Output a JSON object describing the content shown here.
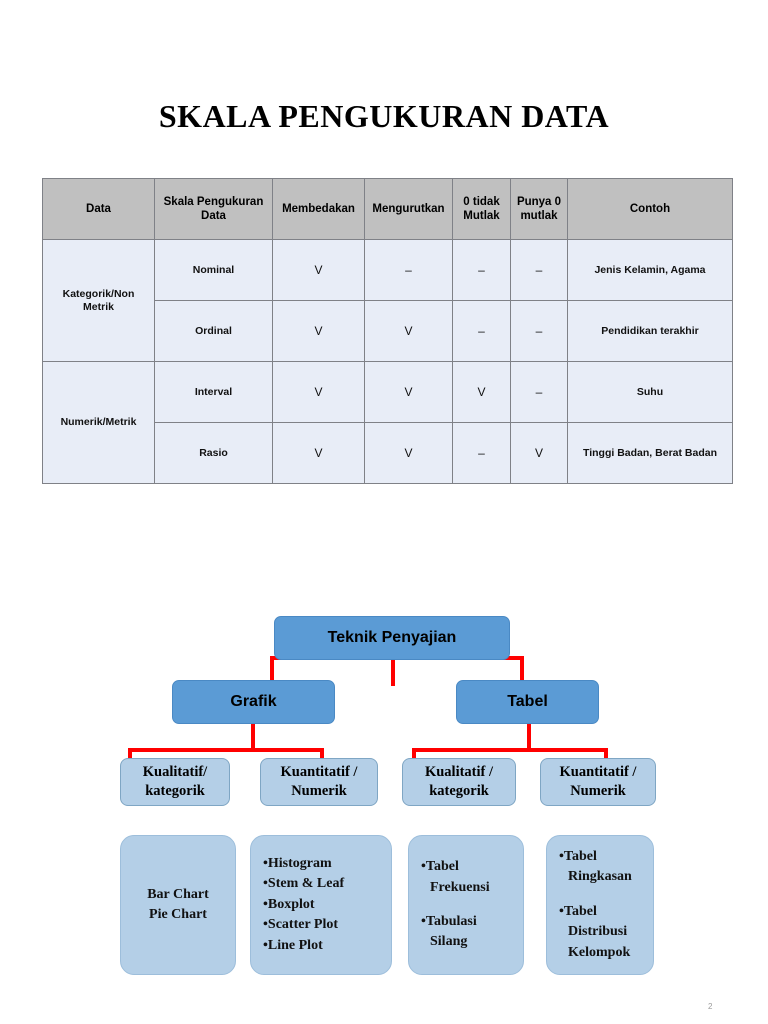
{
  "slide": {
    "title": "SKALA PENGUKURAN DATA",
    "page_number": "2"
  },
  "table": {
    "headers": [
      "Data",
      "Skala Pengukuran Data",
      "Membedakan",
      "Mengurutkan",
      "0 tidak Mutlak",
      "Punya 0 mutlak",
      "Contoh"
    ],
    "groups": [
      {
        "label": "Kategorik/Non Metrik"
      },
      {
        "label": "Numerik/Metrik"
      }
    ],
    "rows": [
      {
        "group": "Kategorik/Non Metrik",
        "skala": "Nominal",
        "membedakan": "V",
        "mengurutkan": "–",
        "nol_tidak_mutlak": "–",
        "punya_nol_mutlak": "–",
        "contoh": "Jenis Kelamin, Agama"
      },
      {
        "group": "Kategorik/Non Metrik",
        "skala": "Ordinal",
        "membedakan": "V",
        "mengurutkan": "V",
        "nol_tidak_mutlak": "–",
        "punya_nol_mutlak": "–",
        "contoh": "Pendidikan terakhir"
      },
      {
        "group": "Numerik/Metrik",
        "skala": "Interval",
        "membedakan": "V",
        "mengurutkan": "V",
        "nol_tidak_mutlak": "V",
        "punya_nol_mutlak": "–",
        "contoh": "Suhu"
      },
      {
        "group": "Numerik/Metrik",
        "skala": "Rasio",
        "membedakan": "V",
        "mengurutkan": "V",
        "nol_tidak_mutlak": "–",
        "punya_nol_mutlak": "V",
        "contoh": "Tinggi Badan, Berat Badan"
      }
    ]
  },
  "diagram": {
    "root": "Teknik Penyajian",
    "level2": {
      "grafik": "Grafik",
      "tabel": "Tabel"
    },
    "level3": {
      "grafik_kualitatif": "Kualitatif/\nkategorik",
      "grafik_kuantitatif": "Kuantitatif /\nNumerik",
      "tabel_kualitatif": "Kualitatif /\nkategorik",
      "tabel_kuantitatif": "Kuantitatif /\nNumerik"
    },
    "level4": {
      "grafik_kualitatif_items": [
        "Bar Chart",
        "Pie Chart"
      ],
      "grafik_kuantitatif_items": [
        "•Histogram",
        "•Stem & Leaf",
        "•Boxplot",
        "•Scatter Plot",
        "•Line Plot"
      ],
      "tabel_kualitatif_items": [
        "•Tabel",
        "Frekuensi",
        "",
        "•Tabulasi",
        "Silang"
      ],
      "tabel_kuantitatif_items": [
        "•Tabel",
        "Ringkasan",
        "",
        "•Tabel",
        "Distribusi",
        "Kelompok"
      ]
    }
  },
  "colors": {
    "header_gray": "#C0C0C0",
    "cell_blue": "#E8EDF7",
    "node_blue": "#5B9BD5",
    "node_light_blue": "#B4CFE7",
    "connector_red": "#FF0000"
  }
}
